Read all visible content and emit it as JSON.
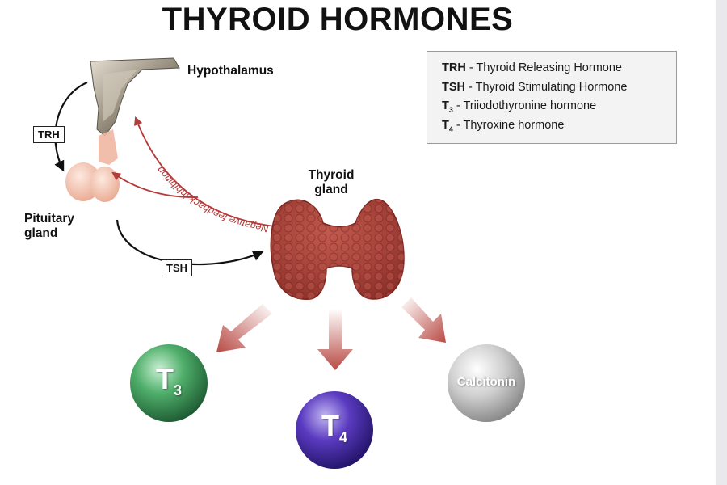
{
  "title": "THYROID HORMONES",
  "legend": [
    {
      "abbr": "TRH",
      "sub": "",
      "text": " - Thyroid Releasing Hormone"
    },
    {
      "abbr": "TSH",
      "sub": "",
      "text": " - Thyroid Stimulating Hormone"
    },
    {
      "abbr": "T",
      "sub": "3",
      "text": " - Triiodothyronine hormone"
    },
    {
      "abbr": "T",
      "sub": "4",
      "text": " - Thyroxine hormone"
    }
  ],
  "labels": {
    "hypothalamus": "Hypothalamus",
    "pituitary": "Pituitary gland",
    "thyroid": "Thyroid gland",
    "trh": "TRH",
    "tsh": "TSH",
    "feedback": "Negative feedback inhibition"
  },
  "hormones": [
    {
      "main": "T",
      "sub": "3",
      "color": "#3f9a5c"
    },
    {
      "main": "T",
      "sub": "4",
      "color": "#4b2fa8"
    },
    {
      "main": "Calcitonin",
      "sub": "",
      "color": "#b9b9b9"
    }
  ],
  "colors": {
    "feedback_red": "#b53a3a",
    "thyroid": "#a8433c",
    "hypothalamus": "#8a8070",
    "pituitary": "#f2c3b0"
  }
}
